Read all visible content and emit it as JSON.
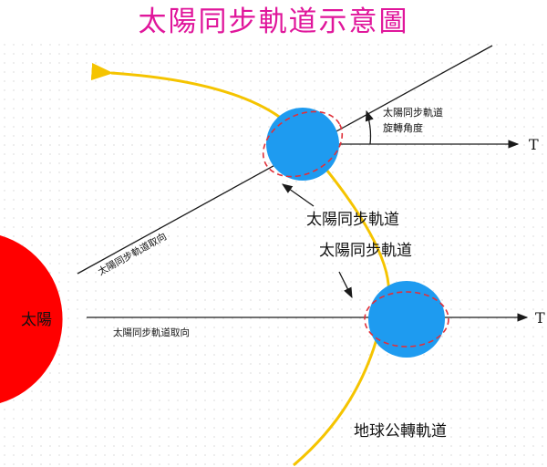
{
  "title": "太陽同步軌道示意圖",
  "labels": {
    "sun": "太陽",
    "rotation_angle_line1": "太陽同步軌道",
    "rotation_angle_line2": "旋轉角度",
    "orbit_top": "太陽同步軌道",
    "orbit_mid": "太陽同步軌道",
    "orientation_upper": "太陽同步軌道取向",
    "orientation_lower": "太陽同步軌道取向",
    "earth_orbit": "地球公轉軌道",
    "t_upper": "T",
    "t_lower": "T"
  },
  "colors": {
    "title": "#e0169b",
    "sun": "#ff0000",
    "earth": "#1e9bf0",
    "earth_orbit": "#f5c400",
    "sso_ring": "#e0303a",
    "lines": "#1a1a1a",
    "background_dots": "#e9e9e9"
  }
}
